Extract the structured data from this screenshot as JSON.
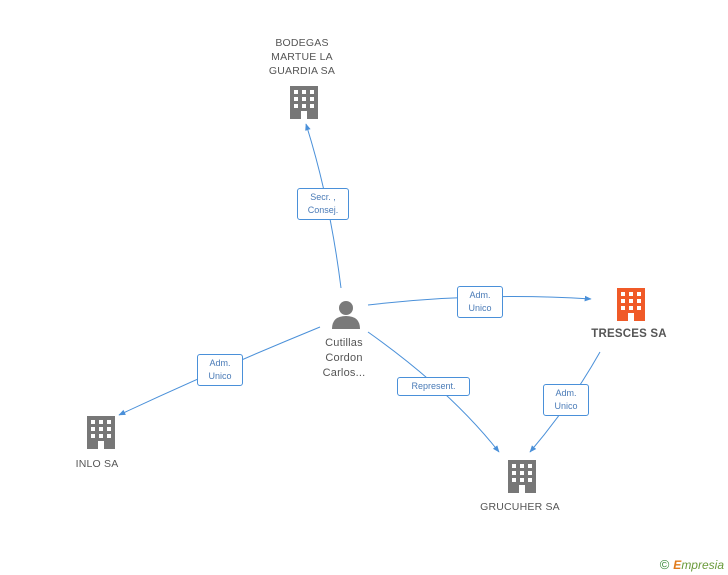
{
  "nodes": {
    "bodegas": {
      "label_lines": [
        "BODEGAS",
        "MARTUE LA",
        "GUARDIA SA"
      ]
    },
    "tresces": {
      "label": "TRESCES SA"
    },
    "inlo": {
      "label": "INLO SA"
    },
    "grucuher": {
      "label": "GRUCUHER SA"
    },
    "person": {
      "label_lines": [
        "Cutillas",
        "Cordon",
        "Carlos..."
      ]
    }
  },
  "edges": {
    "secr": [
      "Secr. ,",
      "Consej."
    ],
    "adm_tresces": [
      "Adm.",
      "Unico"
    ],
    "adm_inlo": [
      "Adm.",
      "Unico"
    ],
    "represent": "Represent.",
    "adm_grucuher": [
      "Adm.",
      "Unico"
    ]
  },
  "colors": {
    "edge": "#4a90d9",
    "building": "#777777",
    "building_highlight": "#f05a28",
    "person": "#7a7a7a"
  },
  "footer": {
    "copyright": "©",
    "brand_initial": "E",
    "brand_rest": "mpresia"
  }
}
